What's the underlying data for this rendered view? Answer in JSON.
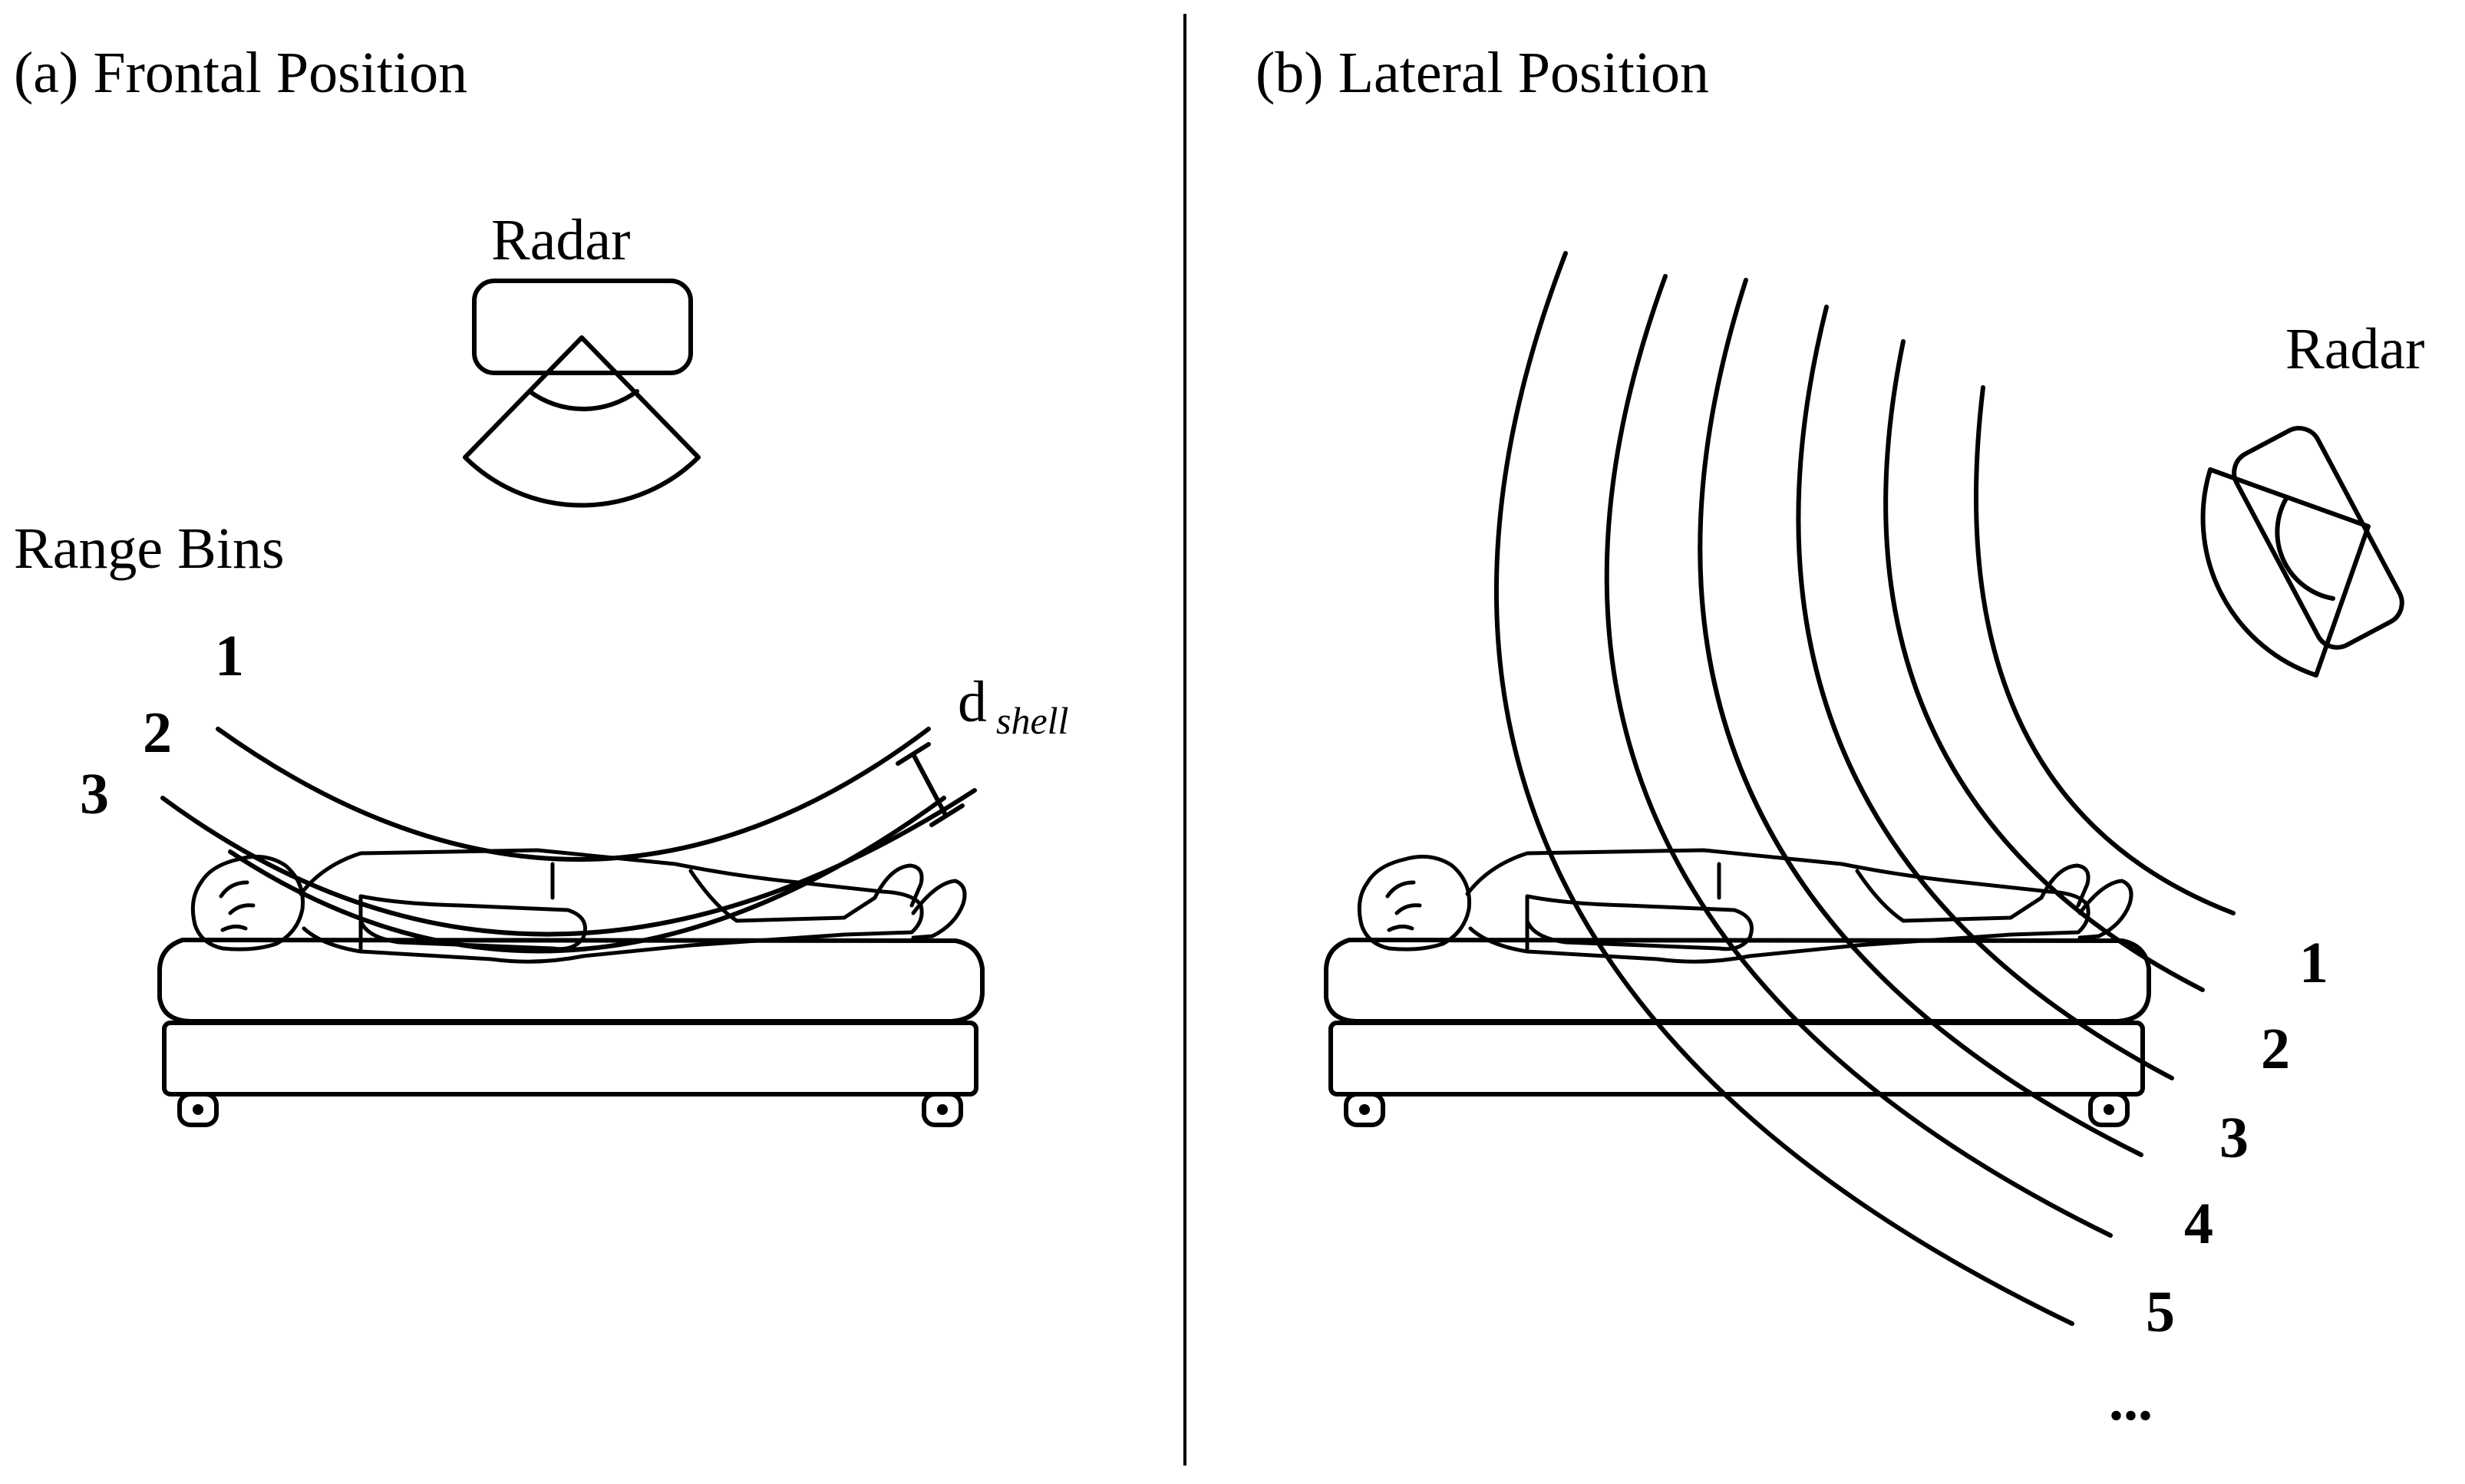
{
  "panel_a": {
    "title": "(a) Frontal Position",
    "radar_label": "Radar",
    "range_bins_label": "Range Bins",
    "bin_numbers": [
      "1",
      "2",
      "3"
    ],
    "shell_label": "d",
    "shell_subscript": "shell"
  },
  "panel_b": {
    "title": "(b) Lateral Position",
    "radar_label": "Radar",
    "bin_numbers": [
      "1",
      "2",
      "3",
      "4",
      "5",
      "..."
    ]
  },
  "colors": {
    "stroke": "#000000",
    "background": "#ffffff"
  }
}
